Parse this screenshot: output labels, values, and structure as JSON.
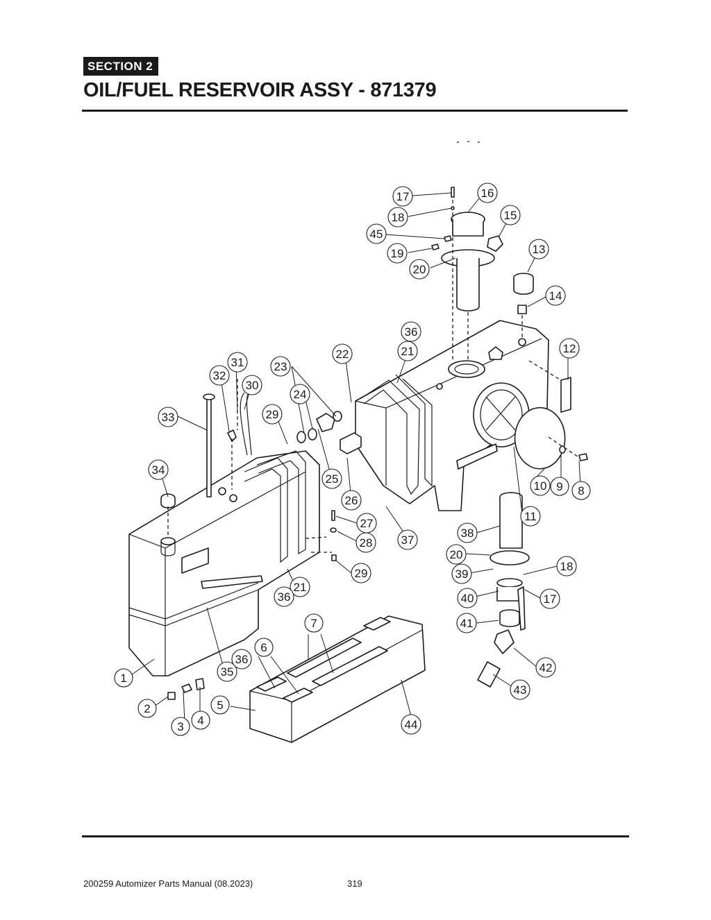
{
  "header": {
    "section_label": "SECTION  2",
    "title": "OIL/FUEL RESERVOIR ASSY - 871379"
  },
  "footer": {
    "manual": "200259 Automizer Parts Manual (08.2023)",
    "page": "319"
  },
  "callouts": [
    {
      "id": "c1",
      "label": "1"
    },
    {
      "id": "c2",
      "label": "2"
    },
    {
      "id": "c3",
      "label": "3"
    },
    {
      "id": "c4",
      "label": "4"
    },
    {
      "id": "c5",
      "label": "5"
    },
    {
      "id": "c6",
      "label": "6"
    },
    {
      "id": "c7",
      "label": "7"
    },
    {
      "id": "c8",
      "label": "8"
    },
    {
      "id": "c9",
      "label": "9"
    },
    {
      "id": "c10",
      "label": "10"
    },
    {
      "id": "c11",
      "label": "11"
    },
    {
      "id": "c12",
      "label": "12"
    },
    {
      "id": "c13",
      "label": "13"
    },
    {
      "id": "c14",
      "label": "14"
    },
    {
      "id": "c15",
      "label": "15"
    },
    {
      "id": "c16",
      "label": "16"
    },
    {
      "id": "c17a",
      "label": "17"
    },
    {
      "id": "c17b",
      "label": "17"
    },
    {
      "id": "c18a",
      "label": "18"
    },
    {
      "id": "c18b",
      "label": "18"
    },
    {
      "id": "c19",
      "label": "19"
    },
    {
      "id": "c20a",
      "label": "20"
    },
    {
      "id": "c20b",
      "label": "20"
    },
    {
      "id": "c21a",
      "label": "21"
    },
    {
      "id": "c21b",
      "label": "21"
    },
    {
      "id": "c22",
      "label": "22"
    },
    {
      "id": "c23",
      "label": "23"
    },
    {
      "id": "c24",
      "label": "24"
    },
    {
      "id": "c25",
      "label": "25"
    },
    {
      "id": "c26",
      "label": "26"
    },
    {
      "id": "c27",
      "label": "27"
    },
    {
      "id": "c28",
      "label": "28"
    },
    {
      "id": "c29a",
      "label": "29"
    },
    {
      "id": "c29b",
      "label": "29"
    },
    {
      "id": "c30",
      "label": "30"
    },
    {
      "id": "c31",
      "label": "31"
    },
    {
      "id": "c32",
      "label": "32"
    },
    {
      "id": "c33",
      "label": "33"
    },
    {
      "id": "c34",
      "label": "34"
    },
    {
      "id": "c35",
      "label": "35"
    },
    {
      "id": "c36a",
      "label": "36"
    },
    {
      "id": "c36b",
      "label": "36"
    },
    {
      "id": "c36c",
      "label": "36"
    },
    {
      "id": "c37",
      "label": "37"
    },
    {
      "id": "c38",
      "label": "38"
    },
    {
      "id": "c39",
      "label": "39"
    },
    {
      "id": "c40",
      "label": "40"
    },
    {
      "id": "c41",
      "label": "41"
    },
    {
      "id": "c42",
      "label": "42"
    },
    {
      "id": "c43",
      "label": "43"
    },
    {
      "id": "c44",
      "label": "44"
    },
    {
      "id": "c45",
      "label": "45"
    }
  ]
}
